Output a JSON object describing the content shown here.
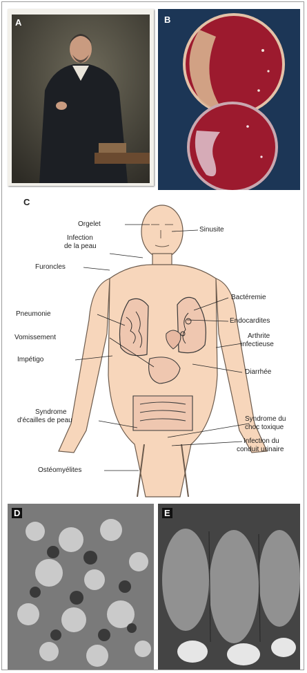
{
  "panels": {
    "a": {
      "label": "A"
    },
    "b": {
      "label": "B"
    },
    "c": {
      "label": "C"
    },
    "d": {
      "label": "D"
    },
    "e": {
      "label": "E"
    }
  },
  "diagram": {
    "labels": {
      "orgelet": "Orgelet",
      "sinusite": "Sinusite",
      "infection_peau_1": "Infection",
      "infection_peau_2": "de la peau",
      "furoncles": "Furoncles",
      "bacteremie": "Bactéremie",
      "pneumonie": "Pneumonie",
      "endocardites": "Endocardites",
      "arthrite_1": "Arthrite",
      "arthrite_2": "infectieuse",
      "vomissement": "Vomissement",
      "impetigo": "Impétigo",
      "diarrhee": "Diarrhée",
      "sse_1": "Syndrome",
      "sse_2": "d'écailles de peau",
      "sct_1": "Syndrome du",
      "sct_2": "choc toxique",
      "osteomyelites": "Ostéomyélites",
      "infection_urinaire_1": "Infection du",
      "infection_urinaire_2": "conduit urinaire"
    }
  },
  "colors": {
    "skin": "#f7d6bb",
    "skin_outline": "#6b5a4c",
    "agar_red": "#9c1a2e",
    "plate_bg": "#1c3656",
    "coat": "#1c1f24"
  }
}
